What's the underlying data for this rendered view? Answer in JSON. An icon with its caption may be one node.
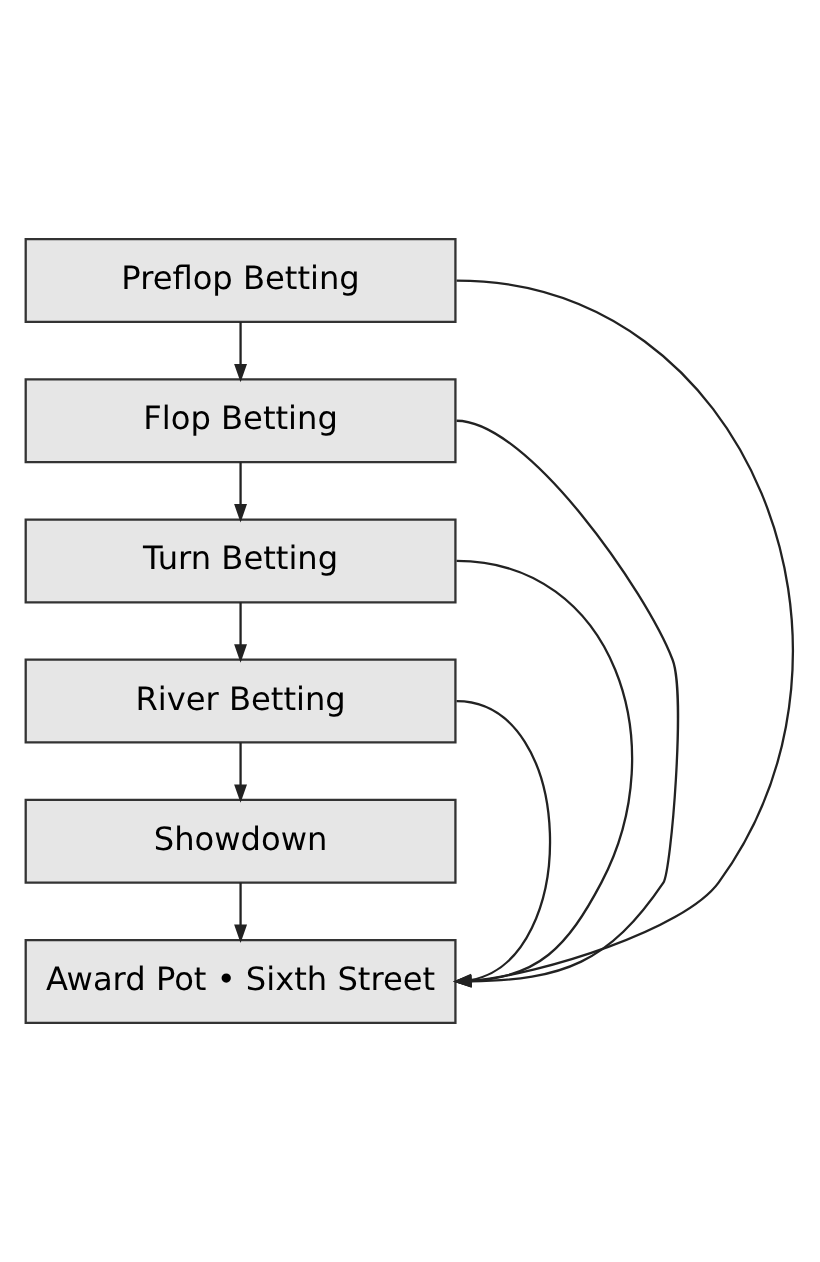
{
  "diagram": {
    "nodes": [
      {
        "text": [
          "Preflop Betting"
        ]
      },
      {
        "text": [
          "Flop Betting"
        ]
      },
      {
        "text": [
          "Turn Betting"
        ]
      },
      {
        "text": [
          "River Betting"
        ]
      },
      {
        "text": [
          "Showdown"
        ]
      },
      {
        "text": [
          "Award Pot • Sixth Street"
        ]
      }
    ],
    "edges": [
      {
        "from": 0,
        "to": 1,
        "arrow": "to"
      },
      {
        "from": 1,
        "to": 2,
        "arrow": "to"
      },
      {
        "from": 2,
        "to": 3,
        "arrow": "to"
      },
      {
        "from": 3,
        "to": 4,
        "arrow": "to"
      },
      {
        "from": 4,
        "to": 5,
        "arrow": "to"
      },
      {
        "from": 3,
        "to": 5,
        "arrow": "to"
      },
      {
        "from": 2,
        "to": 5,
        "arrow": "to"
      },
      {
        "from": 1,
        "to": 5,
        "arrow": "to"
      },
      {
        "from": 0,
        "to": 5,
        "arrow": "to"
      }
    ]
  }
}
